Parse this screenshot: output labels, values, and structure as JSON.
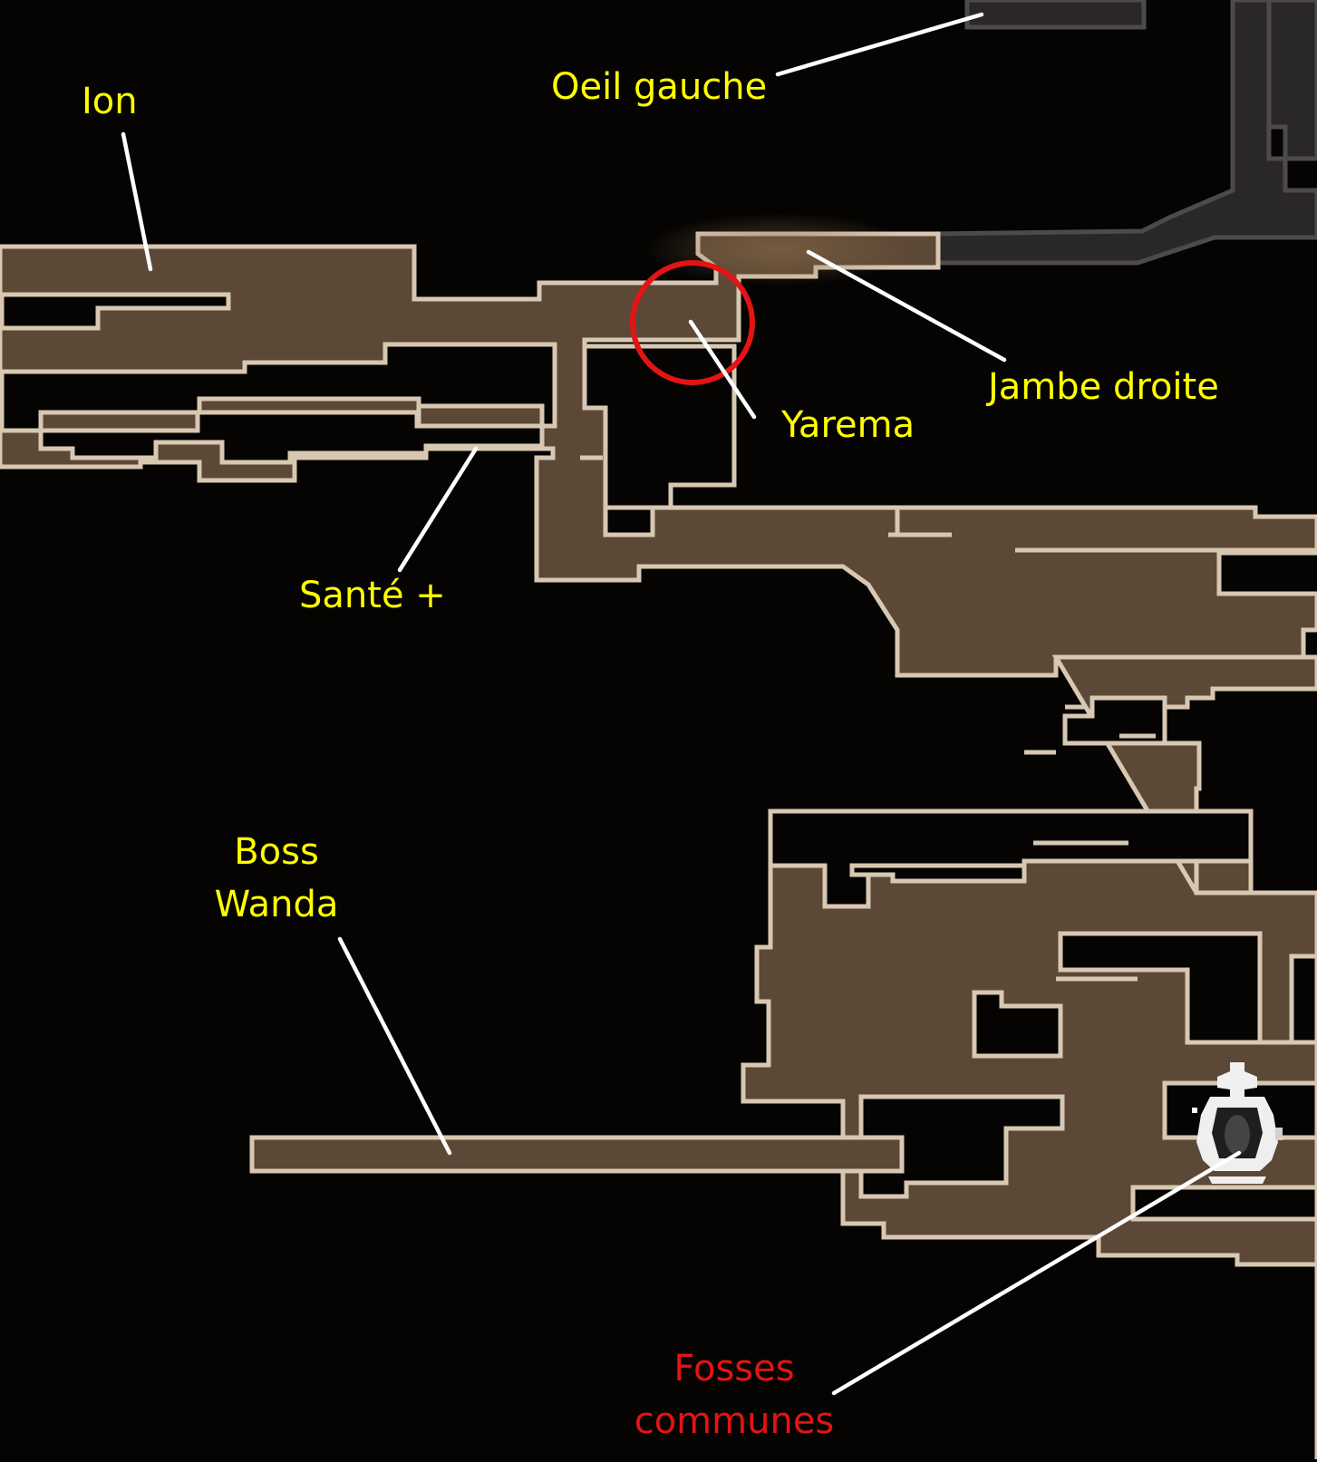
{
  "map": {
    "colors": {
      "background": "#050403",
      "room_fill": "#5c4836",
      "room_outline": "#d8c8b2",
      "label_yellow": "#ffff00",
      "label_red": "#e31414",
      "marker": "#e31414",
      "leader": "#ffffff"
    },
    "labels": {
      "ion": {
        "text": "Ion",
        "color": "#ffff00"
      },
      "oeil_gauche": {
        "text": "Oeil gauche",
        "color": "#ffff00"
      },
      "jambe_droite": {
        "text": "Jambe droite",
        "color": "#ffff00"
      },
      "yarema": {
        "text": "Yarema",
        "color": "#ffff00"
      },
      "sante_plus": {
        "text": "Santé +",
        "color": "#ffff00"
      },
      "boss_wanda": {
        "line1": "Boss",
        "line2": "Wanda",
        "color": "#ffff00"
      },
      "fosses_communes": {
        "line1": "Fosses",
        "line2": "communes",
        "color": "#e31414"
      }
    },
    "marker": {
      "type": "circle",
      "target": "Yarema"
    },
    "icons": [
      "map-pin-icon"
    ]
  }
}
